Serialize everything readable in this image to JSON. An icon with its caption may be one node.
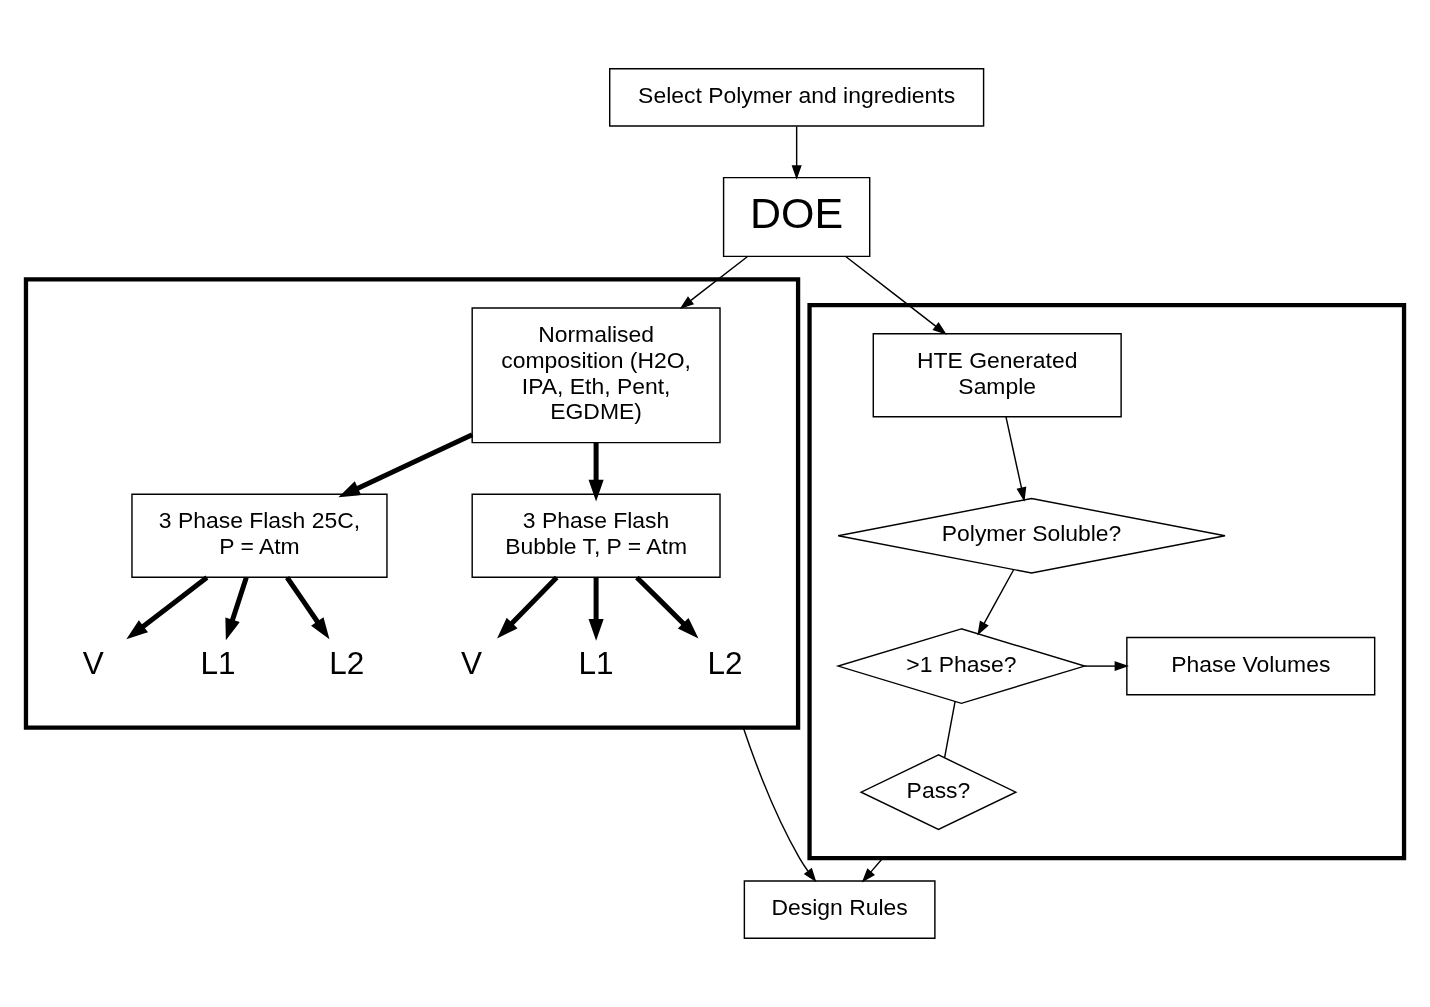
{
  "diagram": {
    "nodes": [
      {
        "text": [
          "Select Polymer and ingredients"
        ]
      },
      {
        "text": [
          "DOE"
        ]
      },
      {
        "text": [],
        "shape": "box"
      },
      {
        "text": [
          "Normalised composition (H2O, IPA, Eth, Pent, EGDME)"
        ],
        "in": 2
      },
      {
        "text": [
          "3 Phase Flash 25C, P = Atm"
        ],
        "in": 2
      },
      {
        "text": [
          "3 Phase Flash Bubble T, P = Atm"
        ],
        "in": 2
      },
      {
        "text": [
          "V"
        ],
        "in": 2
      },
      {
        "text": [
          "L1"
        ],
        "in": 2
      },
      {
        "text": [
          "L2"
        ],
        "in": 2
      },
      {
        "text": [
          "V"
        ],
        "in": 2
      },
      {
        "text": [
          "L1"
        ],
        "in": 2
      },
      {
        "text": [
          "L2"
        ],
        "in": 2
      },
      {
        "text": [],
        "shape": "box"
      },
      {
        "text": [
          "HTE Generated Sample"
        ],
        "in": 12
      },
      {
        "text": [
          "Polymer Soluble?"
        ],
        "in": 12
      },
      {
        "text": [
          ">1 Phase?"
        ],
        "in": 12
      },
      {
        "text": [
          "Phase Volumes"
        ],
        "in": 12
      },
      {
        "text": [
          "Pass?"
        ],
        "in": 12
      },
      {
        "text": [
          "Design Rules"
        ]
      }
    ],
    "edges": [
      {
        "from": 0,
        "to": 1,
        "arrow": "to"
      },
      {
        "from": 1,
        "to": 3,
        "arrow": "to"
      },
      {
        "from": 1,
        "to": 13,
        "arrow": "to"
      },
      {
        "from": 3,
        "to": 4,
        "arrow": "to",
        "style": "thick"
      },
      {
        "from": 3,
        "to": 5,
        "arrow": "to",
        "style": "thick"
      },
      {
        "from": 4,
        "to": 6,
        "arrow": "to",
        "style": "thick"
      },
      {
        "from": 4,
        "to": 7,
        "arrow": "to",
        "style": "thick"
      },
      {
        "from": 4,
        "to": 8,
        "arrow": "to",
        "style": "thick"
      },
      {
        "from": 5,
        "to": 9,
        "arrow": "to",
        "style": "thick"
      },
      {
        "from": 5,
        "to": 10,
        "arrow": "to",
        "style": "thick"
      },
      {
        "from": 5,
        "to": 11,
        "arrow": "to",
        "style": "thick"
      },
      {
        "from": 13,
        "to": 14,
        "arrow": "to"
      },
      {
        "from": 14,
        "to": 15,
        "arrow": "to"
      },
      {
        "from": 15,
        "to": 16,
        "arrow": "to"
      },
      {
        "from": 15,
        "to": 17,
        "arrow": "none"
      },
      {
        "from": 2,
        "to": 18,
        "arrow": "to"
      },
      {
        "from": 12,
        "to": 18,
        "arrow": "to"
      }
    ]
  }
}
